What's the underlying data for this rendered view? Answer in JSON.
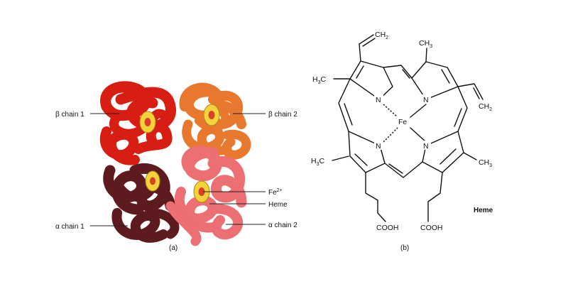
{
  "panel_a": {
    "caption": "(a)",
    "labels": {
      "beta_chain_1": "β chain 1",
      "beta_chain_2": "β chain 2",
      "alpha_chain_1": "α chain 1",
      "alpha_chain_2": "α chain 2",
      "iron_base": "Fe",
      "iron_charge": "2+",
      "heme": "Heme"
    },
    "colors": {
      "beta_chain_1": "#d81d12",
      "beta_chain_2": "#e8782e",
      "alpha_chain_1": "#5e1b1f",
      "alpha_chain_2": "#ec6f74",
      "heme_disc": "#f4d23a"
    }
  },
  "panel_b": {
    "caption": "(b)",
    "title": "Heme",
    "atoms": {
      "nitrogen": "N",
      "iron": "Fe",
      "methyl_base": "CH",
      "methyl_sub": "3",
      "methyl_left_prefix": "H",
      "methyl_left_sub": "3",
      "methyl_left_suffix": "C",
      "vinyl_base": "CH",
      "vinyl_sub": "2",
      "carboxyl": "COOH"
    }
  }
}
